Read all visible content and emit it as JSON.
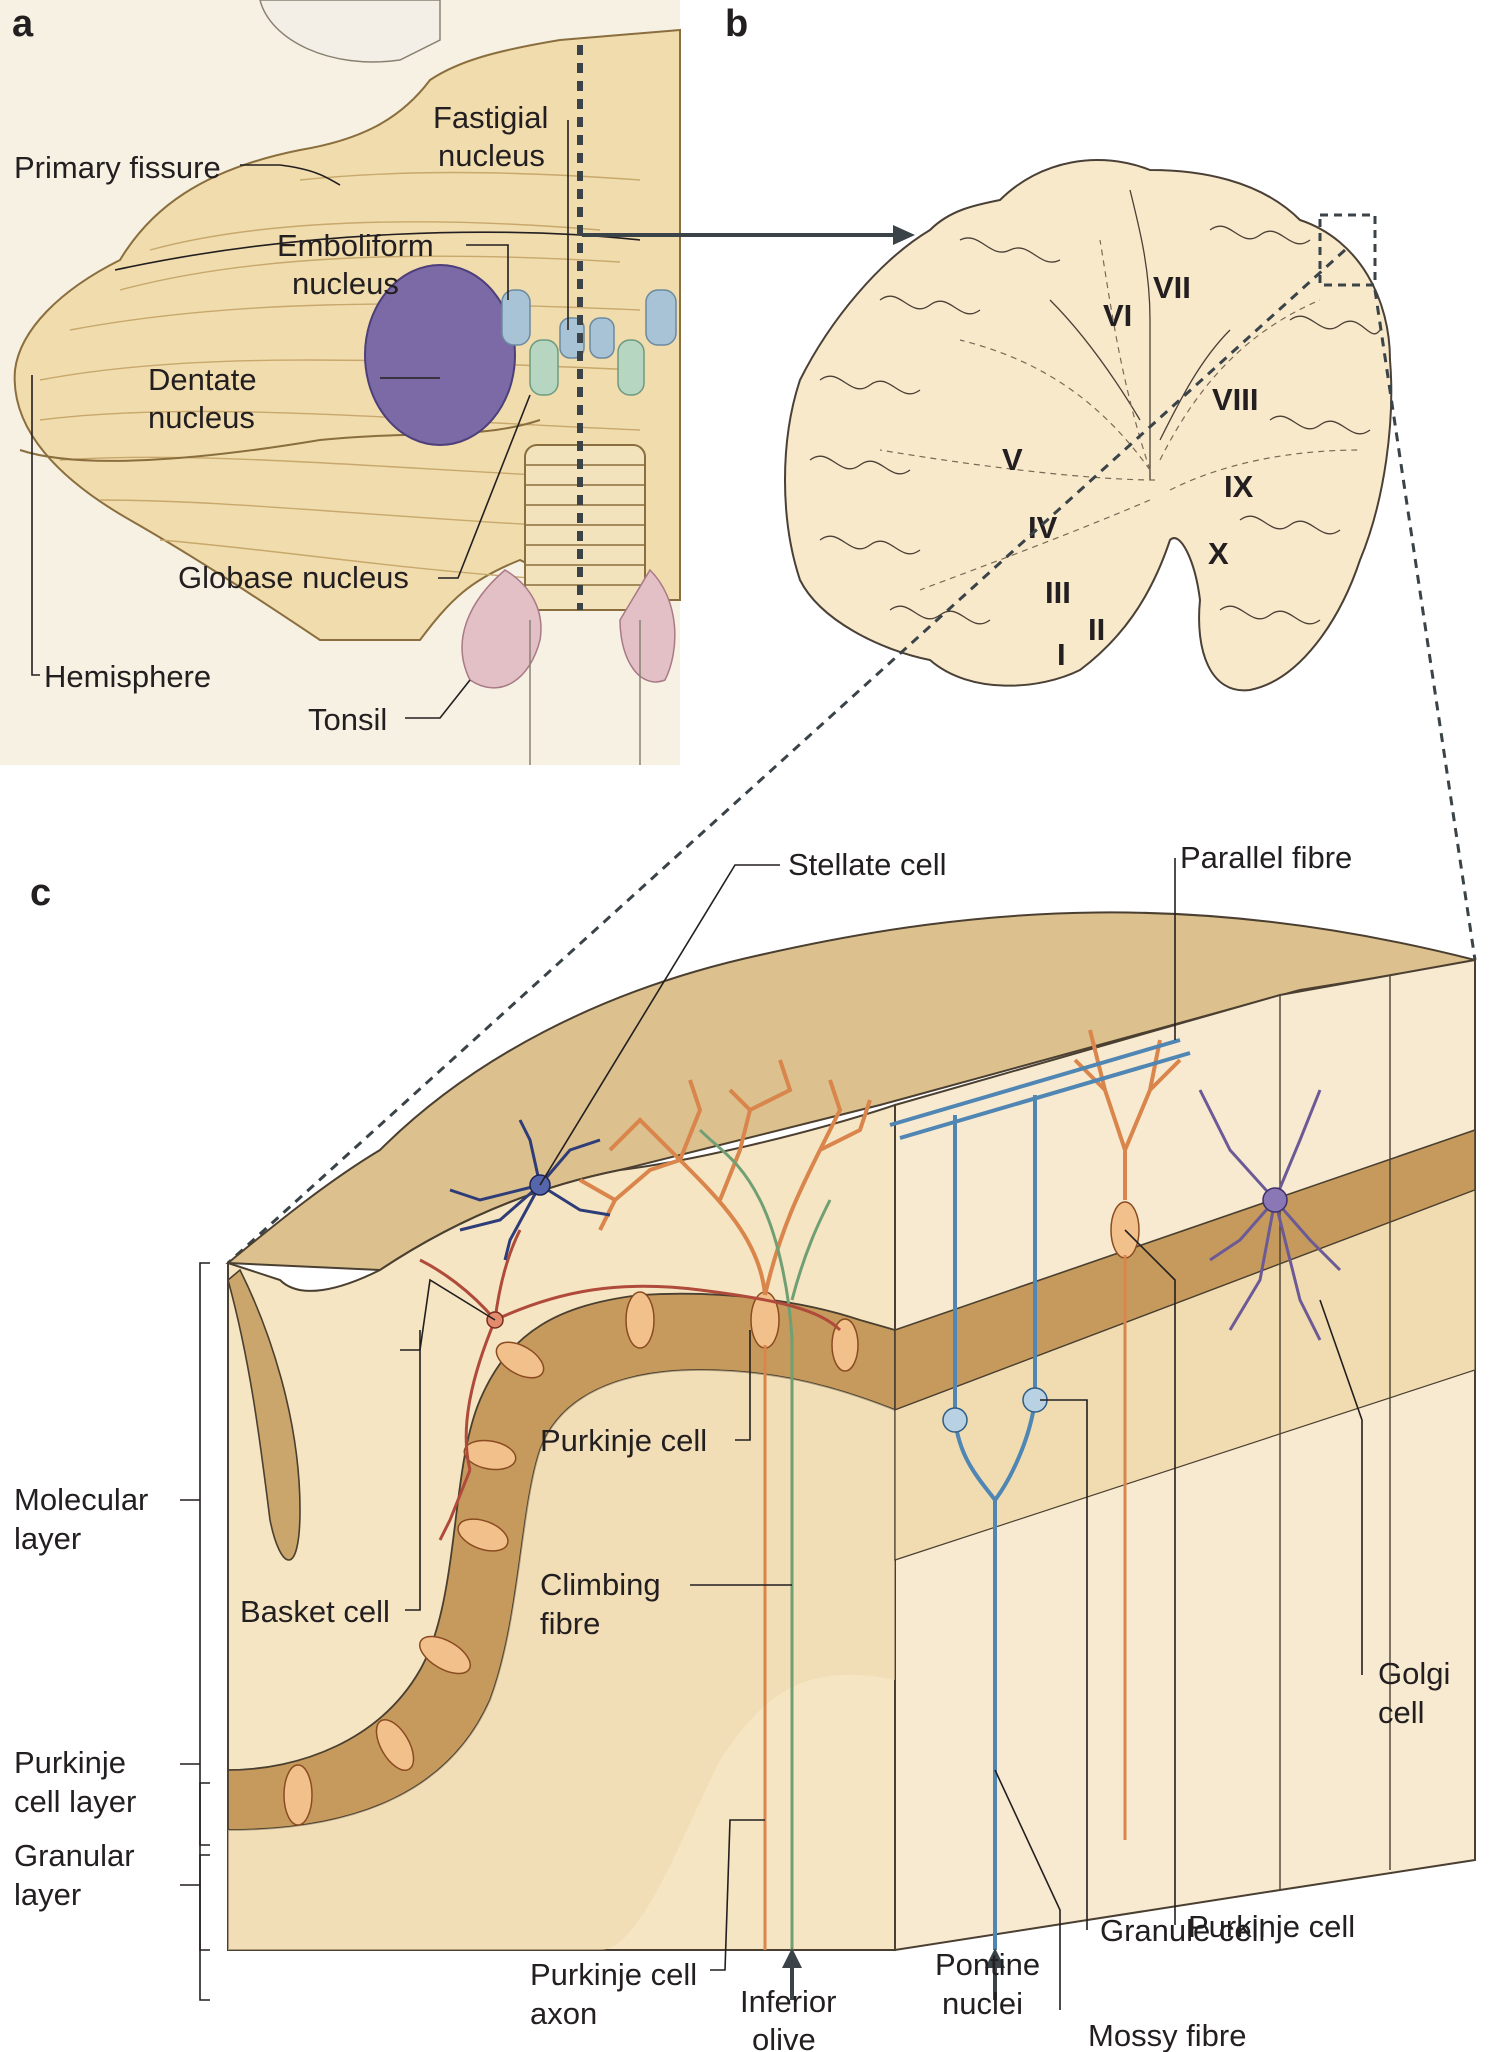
{
  "panels": {
    "a": "a",
    "b": "b",
    "c": "c"
  },
  "panel_a": {
    "labels": {
      "primary_fissure": "Primary fissure",
      "fastigial": [
        "Fastigial",
        "nucleus"
      ],
      "emboliform": [
        "Emboliform",
        "nucleus"
      ],
      "dentate": [
        "Dentate",
        "nucleus"
      ],
      "globase": "Globase nucleus",
      "hemisphere": "Hemisphere",
      "tonsil": "Tonsil"
    }
  },
  "panel_b": {
    "lobules": [
      "I",
      "II",
      "III",
      "IV",
      "V",
      "VI",
      "VII",
      "VIII",
      "IX",
      "X"
    ]
  },
  "panel_c": {
    "labels": {
      "stellate": "Stellate cell",
      "parallel": "Parallel fibre",
      "molecular": [
        "Molecular",
        "layer"
      ],
      "purkinje_layer": [
        "Purkinje",
        "cell layer"
      ],
      "granular": [
        "Granular",
        "layer"
      ],
      "purkinje_cell_left": "Purkinje cell",
      "basket": "Basket cell",
      "climbing": [
        "Climbing",
        "fibre"
      ],
      "golgi": [
        "Golgi",
        "cell"
      ],
      "purkinje_cell_right": "Purkinje cell",
      "granule": "Granule cell",
      "purkinje_axon": [
        "Purkinje cell",
        "axon"
      ],
      "inferior_olive": [
        "Inferior",
        "olive"
      ],
      "pontine": [
        "Pontine",
        "nuclei"
      ],
      "mossy": "Mossy fibre"
    }
  },
  "colors": {
    "tissue": "#f6e6c4",
    "tissue_dark": "#c9a46a",
    "purkinje_band": "#c59a5c",
    "dentate": "#7b6aa6",
    "nuclei_blue": "#a9c3d6",
    "nuclei_green": "#b6d6c2",
    "tonsil": "#e3bfc6",
    "purkinje": "#d9854b",
    "basket": "#b04a3a",
    "stellate": "#2e3c78",
    "granule": "#4f86b3",
    "climbing": "#6f9f73",
    "golgi": "#6c5a96"
  },
  "icons": [
    "dashed-midline-icon",
    "arrow-right-icon",
    "arrow-up-icon"
  ]
}
